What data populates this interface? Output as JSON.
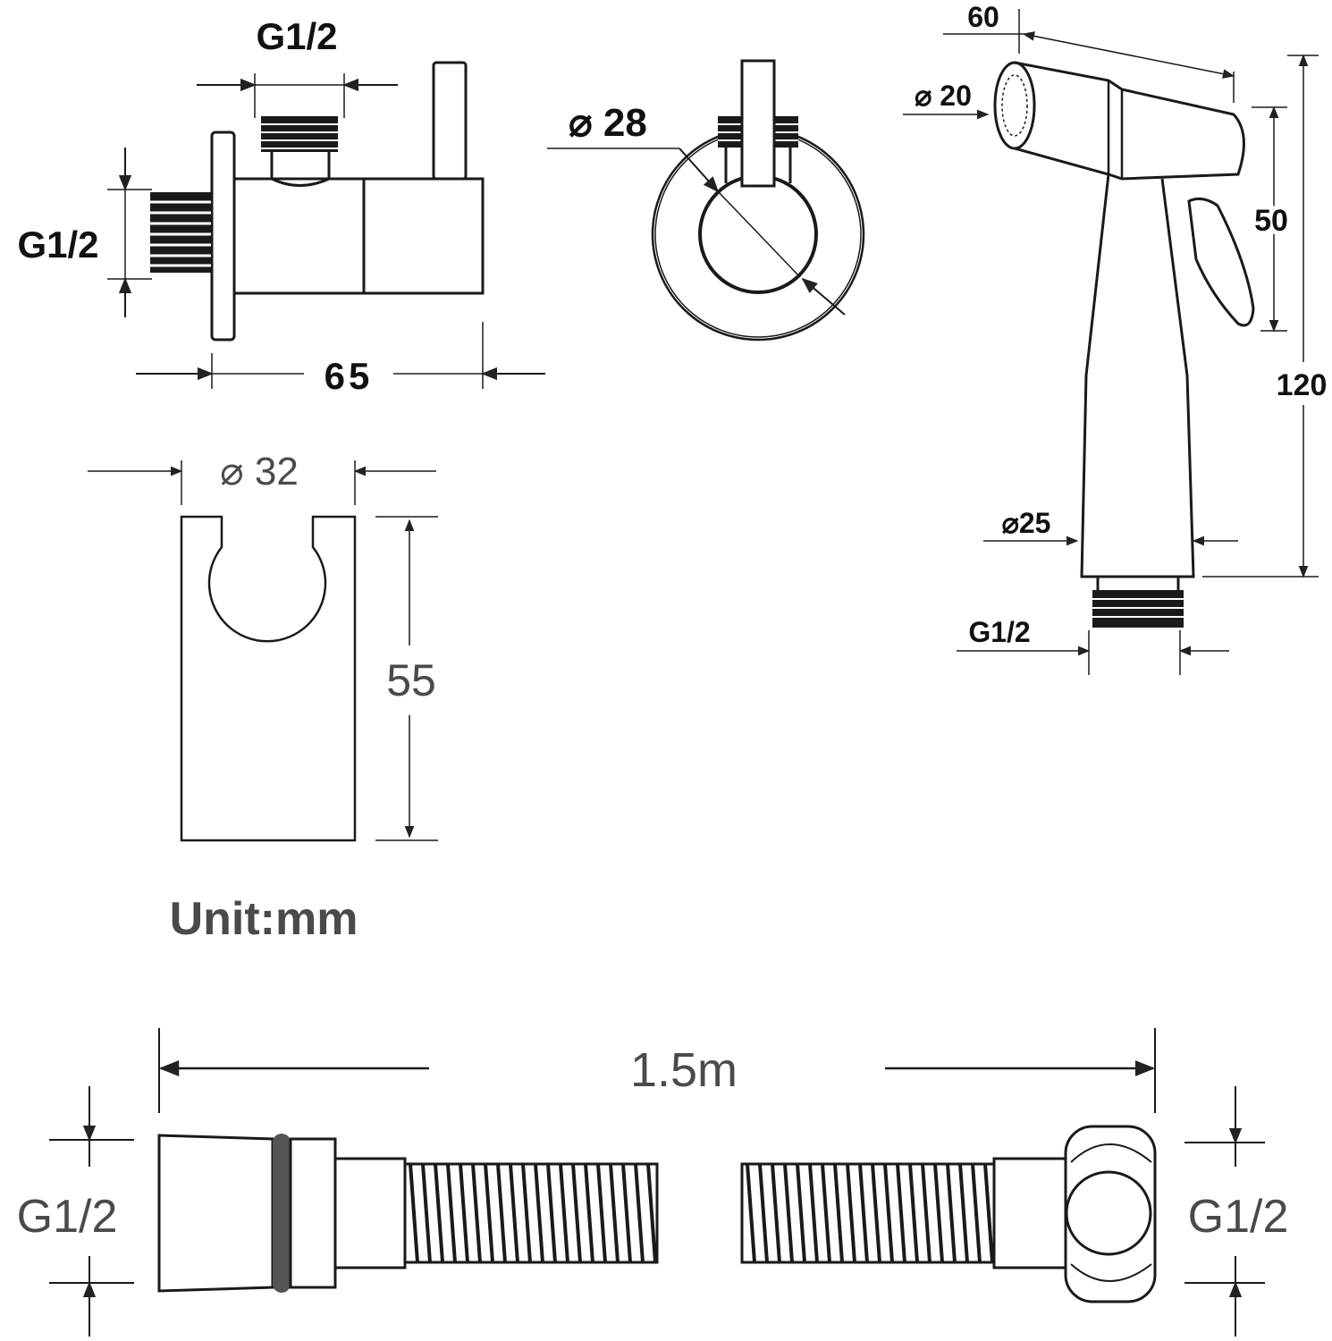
{
  "valve": {
    "top_thread_label": "G1/2",
    "left_thread_label": "G1/2",
    "length_label": "65"
  },
  "valve_end_view": {
    "diameter_label": "⌀ 28"
  },
  "sprayer": {
    "length_label": "60",
    "nozzle_diameter_label": "⌀ 20",
    "trigger_label": "50",
    "height_label": "120",
    "base_diameter_label": "⌀25",
    "thread_label": "G1/2"
  },
  "holder": {
    "diameter_label": "⌀ 32",
    "height_label": "55"
  },
  "unit_label": "Unit:mm",
  "hose": {
    "length_label": "1.5m",
    "left_thread_label": "G1/2",
    "right_thread_label": "G1/2"
  }
}
